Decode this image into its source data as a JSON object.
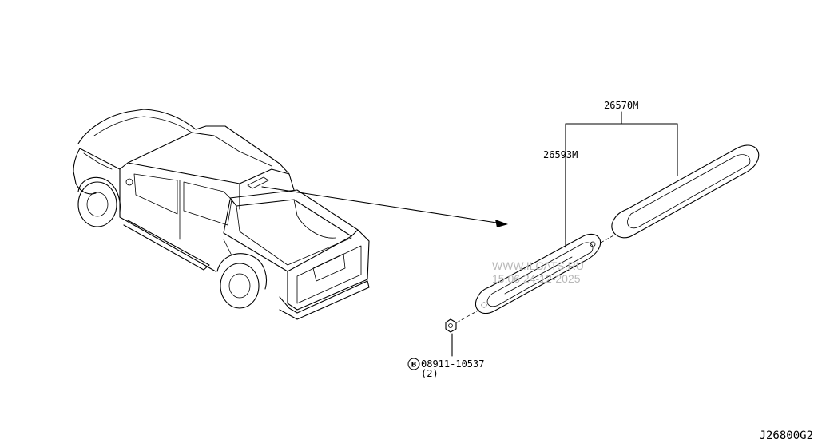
{
  "labels": {
    "part_assembly": "26570M",
    "part_lamp": "26593M",
    "fastener_symbol": "B",
    "fastener_number": "08911-10537",
    "fastener_qty": "(2)",
    "diagram_code": "J26800G2"
  },
  "watermark": {
    "site": "WWW.ILCATS.RU",
    "timestamp": "15:06 24-12-2025"
  }
}
